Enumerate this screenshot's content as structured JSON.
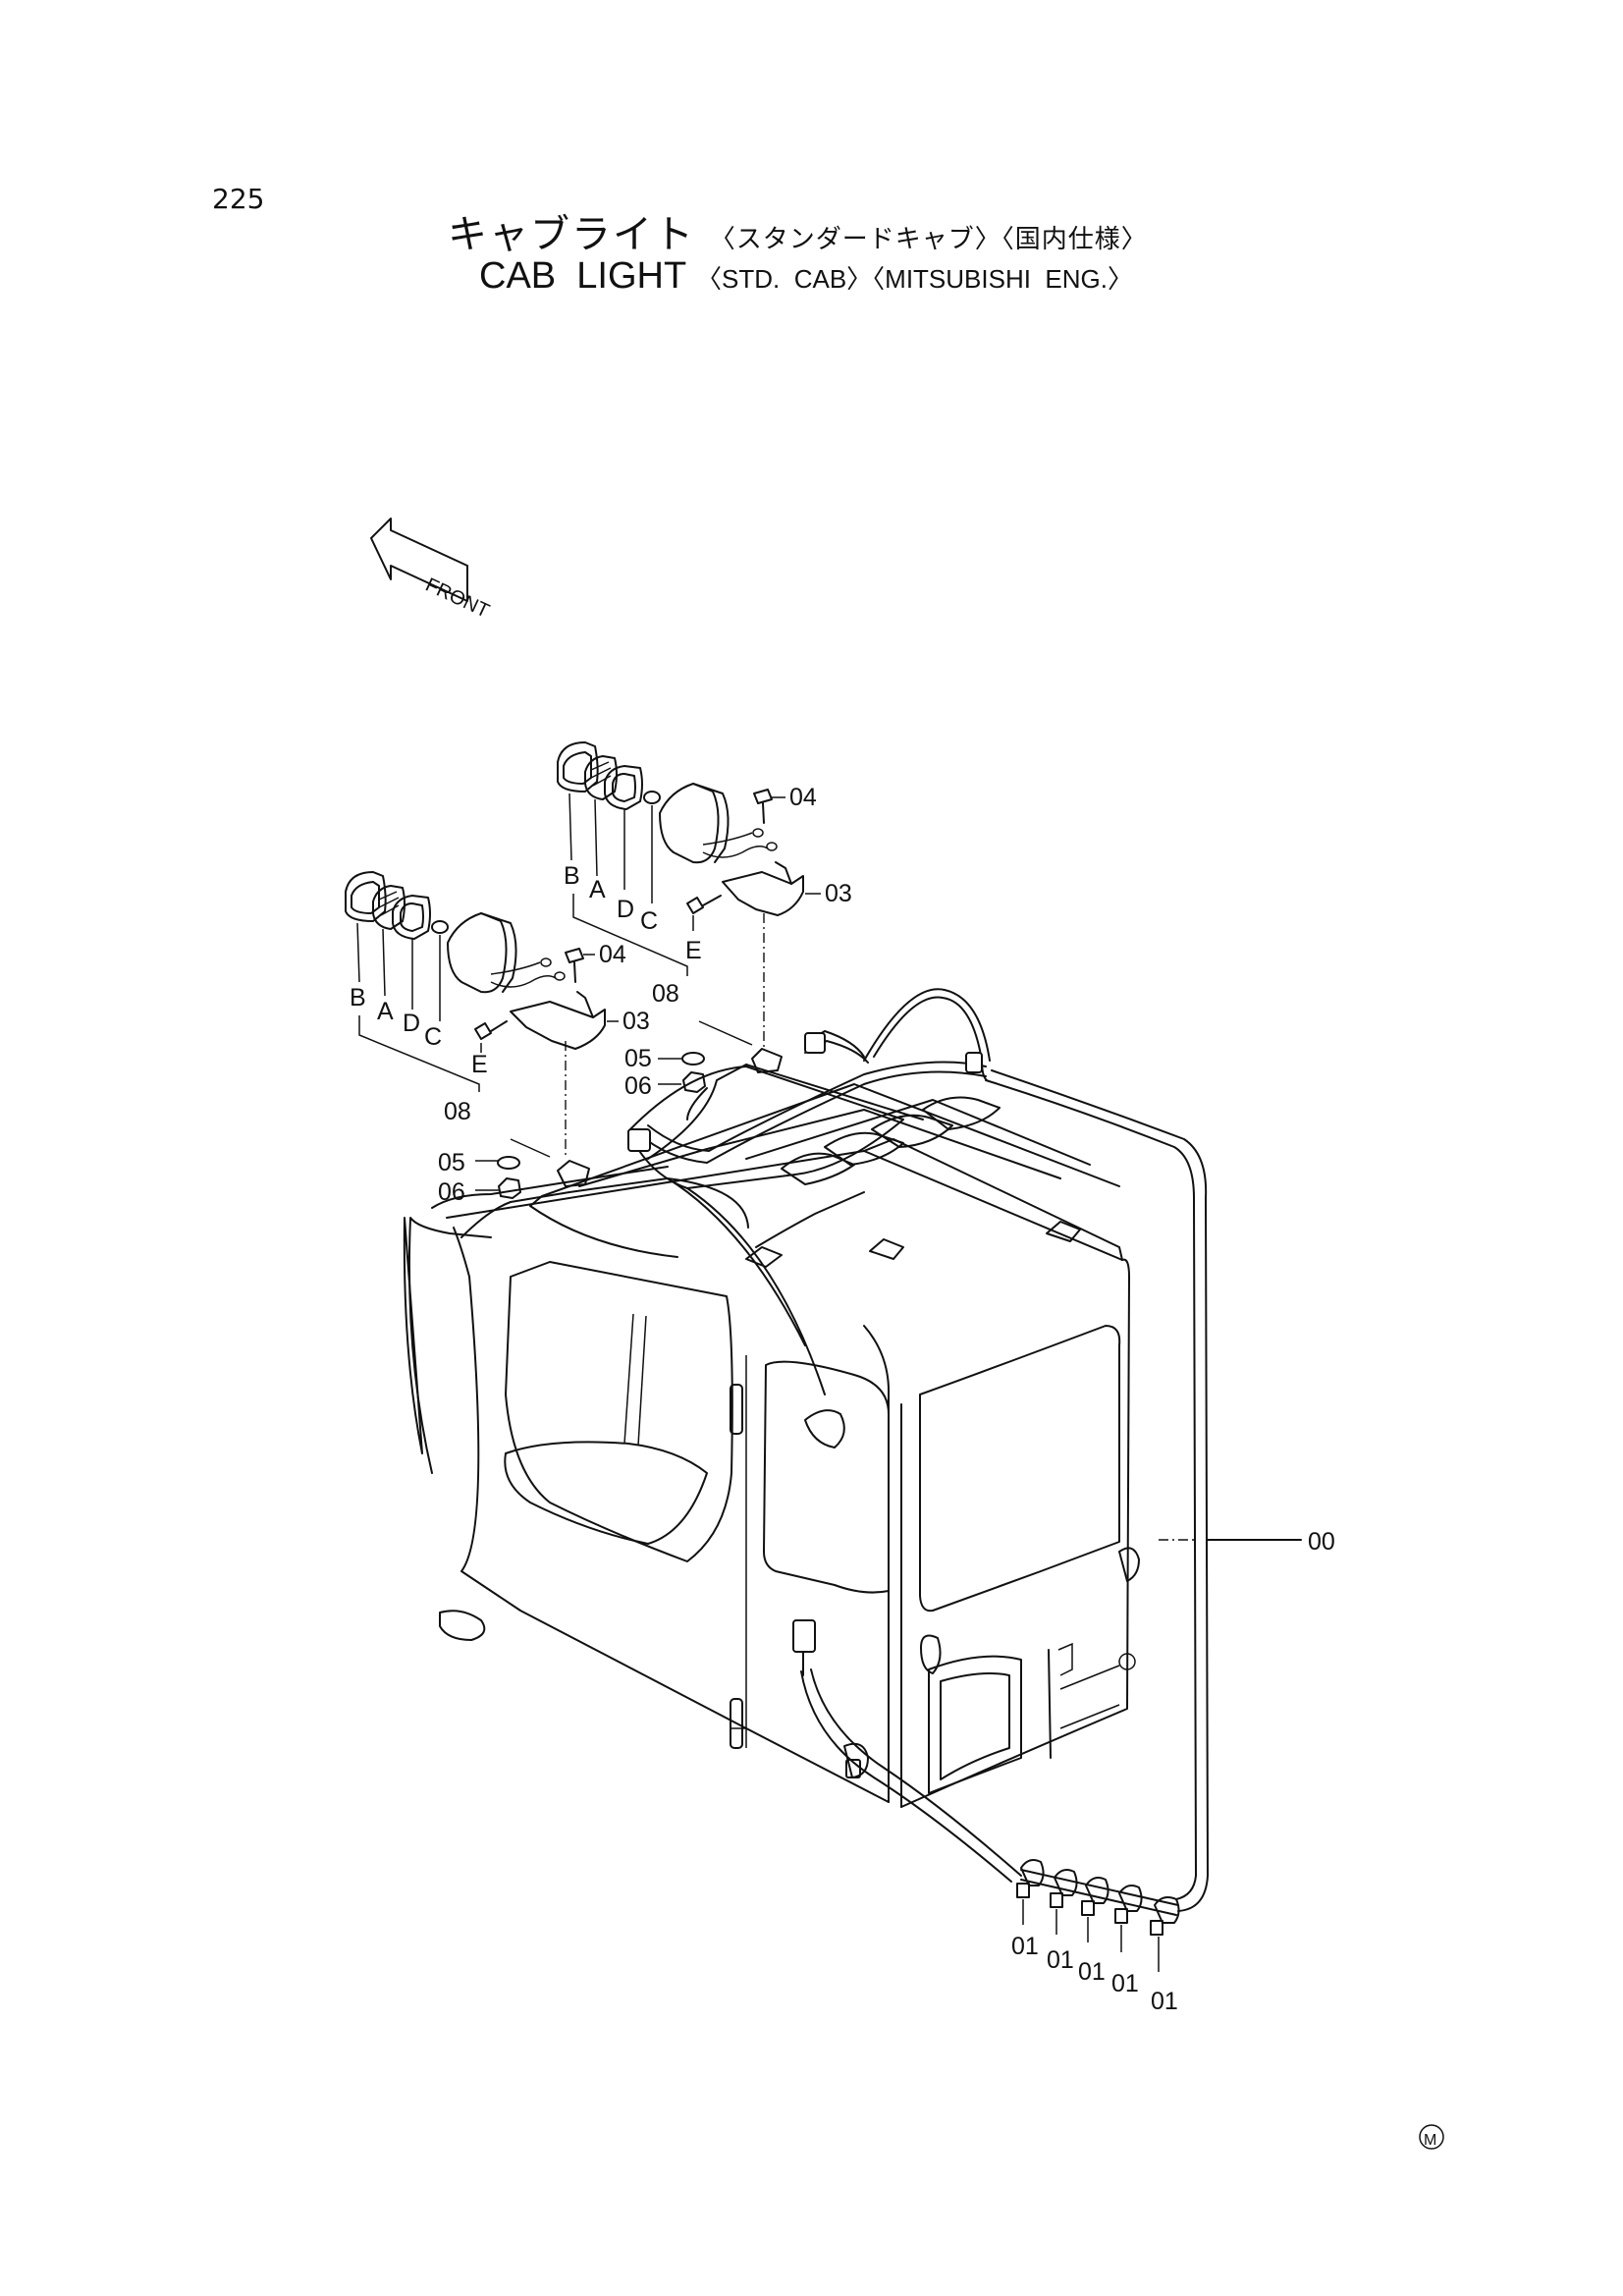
{
  "page_number": "225",
  "title_jp": {
    "main": "キャブライト",
    "q1": "〈スタンダードキャブ〉",
    "q2": "〈国内仕様〉"
  },
  "title_en": {
    "main": "CAB  LIGHT",
    "q1": "〈STD.  CAB〉",
    "q2": "〈MITSUBISHI  ENG.〉"
  },
  "front_arrow_label": "FRONT",
  "callouts": {
    "cab_harness": "00",
    "clamp": "01",
    "bracket": "03",
    "bolt": "04",
    "washer": "05",
    "nut": "06",
    "lamp_assembly": "08",
    "lamp_parts": [
      "B",
      "A",
      "D",
      "C",
      "E"
    ]
  },
  "maker_mark": "M"
}
